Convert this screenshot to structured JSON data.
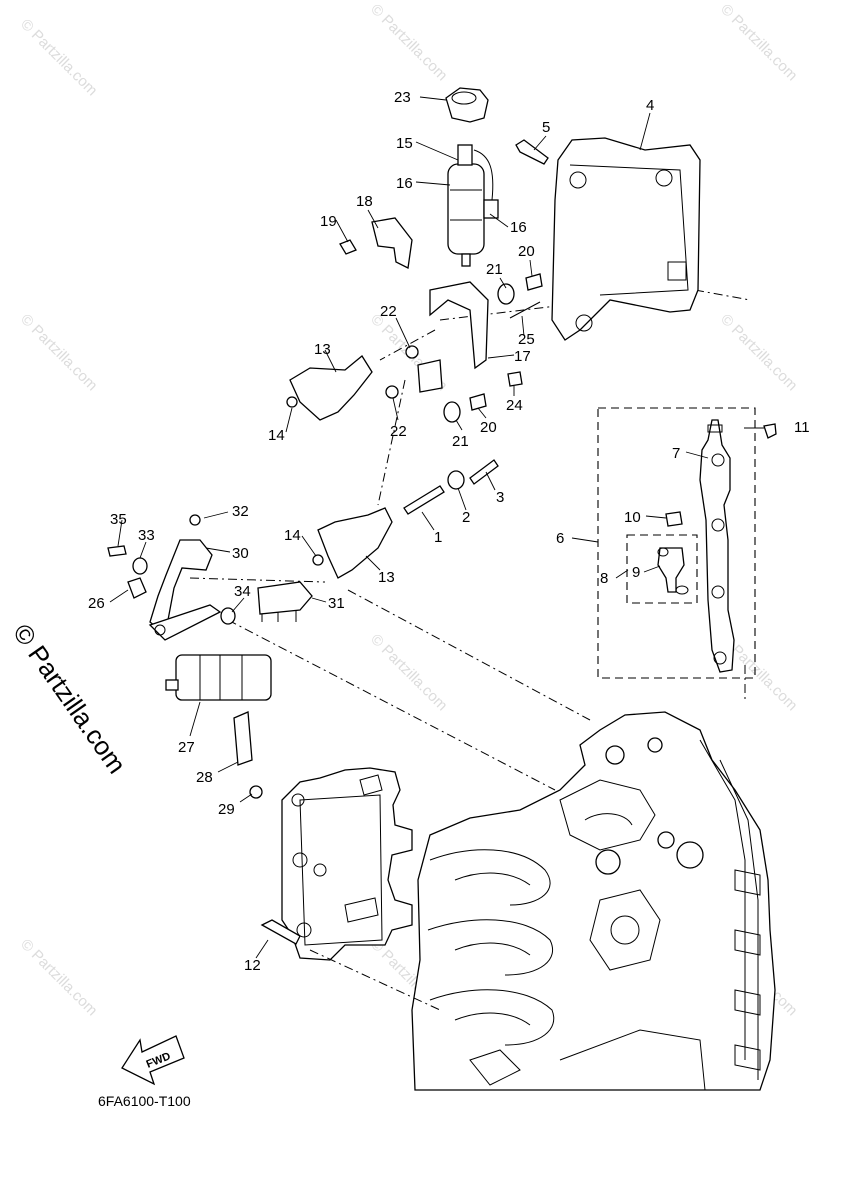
{
  "diagram": {
    "code": "6FA6100-T100",
    "fwd_label": "FWD",
    "side_watermark": "© Partzilla.com",
    "watermark_text": "© Partzilla.com",
    "callouts": [
      {
        "id": "c1",
        "text": "1"
      },
      {
        "id": "c2",
        "text": "2"
      },
      {
        "id": "c3",
        "text": "3"
      },
      {
        "id": "c4",
        "text": "4"
      },
      {
        "id": "c5",
        "text": "5"
      },
      {
        "id": "c6",
        "text": "6"
      },
      {
        "id": "c7",
        "text": "7"
      },
      {
        "id": "c8",
        "text": "8"
      },
      {
        "id": "c9",
        "text": "9"
      },
      {
        "id": "c10",
        "text": "10"
      },
      {
        "id": "c11",
        "text": "11"
      },
      {
        "id": "c12",
        "text": "12"
      },
      {
        "id": "c13a",
        "text": "13"
      },
      {
        "id": "c13b",
        "text": "13"
      },
      {
        "id": "c14a",
        "text": "14"
      },
      {
        "id": "c14b",
        "text": "14"
      },
      {
        "id": "c15",
        "text": "15"
      },
      {
        "id": "c16a",
        "text": "16"
      },
      {
        "id": "c16b",
        "text": "16"
      },
      {
        "id": "c17",
        "text": "17"
      },
      {
        "id": "c18",
        "text": "18"
      },
      {
        "id": "c19",
        "text": "19"
      },
      {
        "id": "c20a",
        "text": "20"
      },
      {
        "id": "c20b",
        "text": "20"
      },
      {
        "id": "c21a",
        "text": "21"
      },
      {
        "id": "c21b",
        "text": "21"
      },
      {
        "id": "c22a",
        "text": "22"
      },
      {
        "id": "c22b",
        "text": "22"
      },
      {
        "id": "c23",
        "text": "23"
      },
      {
        "id": "c24",
        "text": "24"
      },
      {
        "id": "c25",
        "text": "25"
      },
      {
        "id": "c26",
        "text": "26"
      },
      {
        "id": "c27",
        "text": "27"
      },
      {
        "id": "c28",
        "text": "28"
      },
      {
        "id": "c29",
        "text": "29"
      },
      {
        "id": "c30",
        "text": "30"
      },
      {
        "id": "c31",
        "text": "31"
      },
      {
        "id": "c32",
        "text": "32"
      },
      {
        "id": "c33",
        "text": "33"
      },
      {
        "id": "c34",
        "text": "34"
      },
      {
        "id": "c35",
        "text": "35"
      }
    ]
  },
  "colors": {
    "line": "#000000",
    "background": "#ffffff",
    "watermark": "#dcdcdc"
  }
}
